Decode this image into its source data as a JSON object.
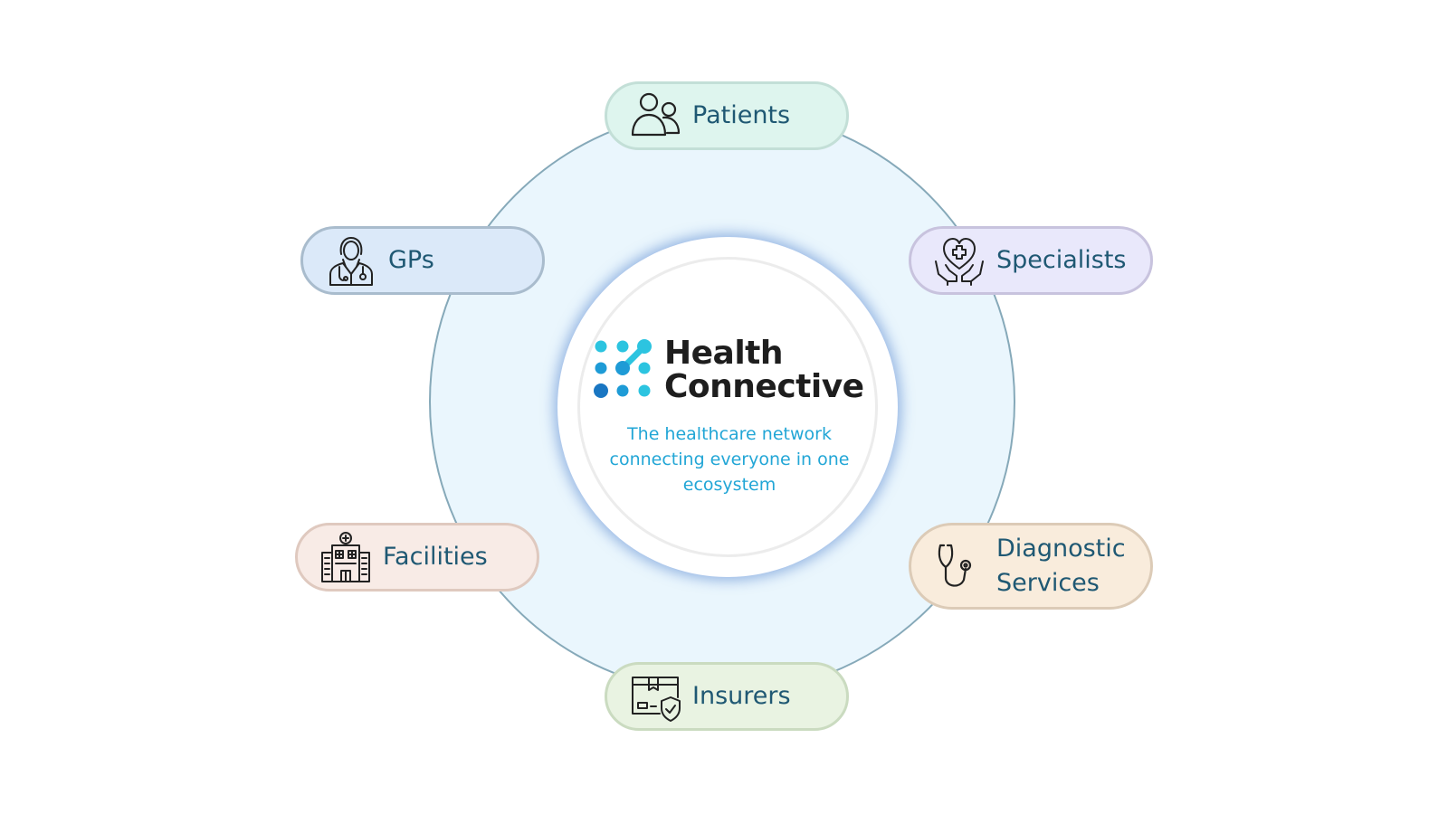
{
  "brand": {
    "name_line1": "Health",
    "name_line2": "Connective",
    "tagline": "The healthcare network connecting everyone in one ecosystem",
    "colors": {
      "ring_fill": "#eaf6fd",
      "ring_stroke": "#86a9b9",
      "logo_dark_blue": "#1976c2",
      "logo_cyan": "#2cc4e0",
      "tagline": "#22a6d6",
      "label_text": "#1f5873"
    }
  },
  "nodes": {
    "patients": {
      "label": "Patients",
      "icon": "people-icon",
      "color": "#def5ee"
    },
    "gps": {
      "label": "GPs",
      "icon": "doctor-icon",
      "color": "#dbe9f9"
    },
    "specialists": {
      "label": "Specialists",
      "icon": "heart-hands-icon",
      "color": "#e9e8fb"
    },
    "facilities": {
      "label": "Facilities",
      "icon": "hospital-building-icon",
      "color": "#f8ebe6"
    },
    "diagnostic": {
      "label": "Diagnostic Services",
      "icon": "stethoscope-icon",
      "color": "#f9ecdc"
    },
    "insurers": {
      "label": "Insurers",
      "icon": "insurance-card-shield-icon",
      "color": "#e9f3e2"
    }
  }
}
